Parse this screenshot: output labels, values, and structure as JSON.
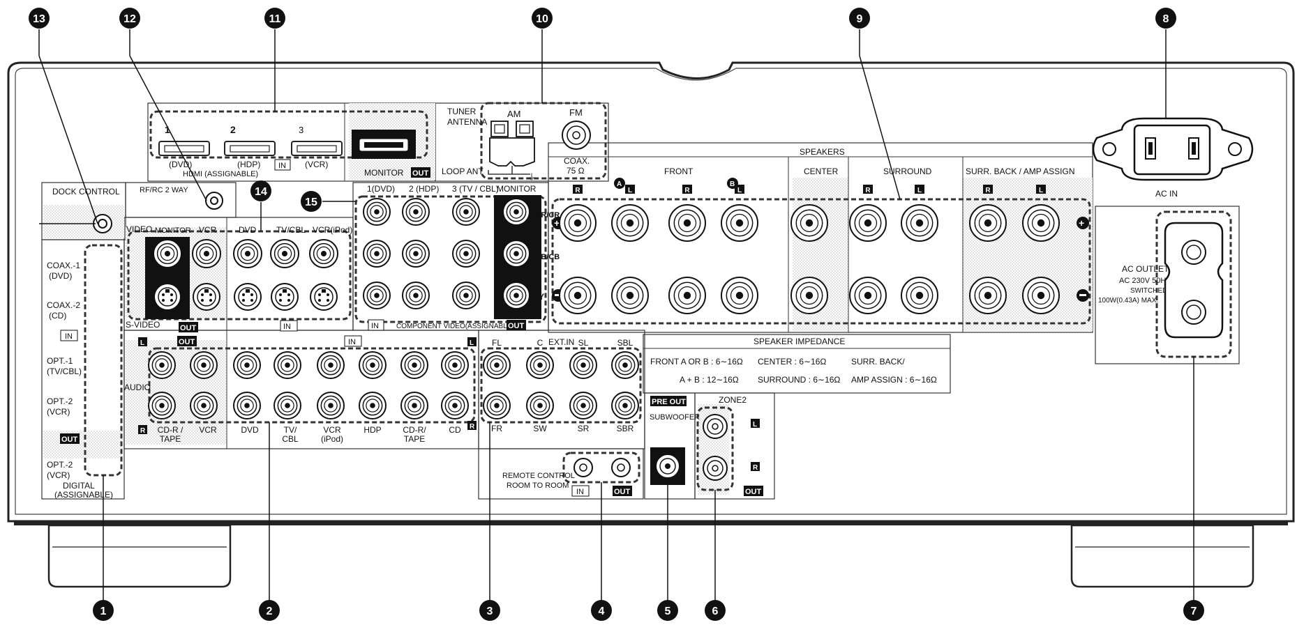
{
  "callouts": [
    "1",
    "2",
    "3",
    "4",
    "5",
    "6",
    "7",
    "8",
    "9",
    "10",
    "11",
    "12",
    "13",
    "14",
    "15"
  ],
  "hdmi": {
    "in_numbers": [
      "1",
      "2",
      "3"
    ],
    "in_sources": [
      "(DVD)",
      "(HDP)",
      "(VCR)"
    ],
    "assignable": "HDMI (ASSIGNABLE)",
    "in_tag": "IN",
    "monitor": "MONITOR",
    "out_tag": "OUT"
  },
  "tuner": {
    "title_line1": "TUNER",
    "title_line2": "ANTENNA",
    "am": "AM",
    "fm": "FM",
    "loop_ant": "LOOP ANT",
    "coax": "COAX.",
    "ohm": "75 Ω"
  },
  "dock": {
    "label": "DOCK CONTROL"
  },
  "rfrc": {
    "label": "RF/RC 2 WAY"
  },
  "digital": {
    "coax1": [
      "COAX.-1",
      "(DVD)"
    ],
    "coax2": [
      "COAX.-2",
      "(CD)"
    ],
    "in_tag": "IN",
    "opt1": [
      "OPT.-1",
      "(TV/CBL)"
    ],
    "opt2": [
      "OPT.-2",
      "(VCR)"
    ],
    "out_tag": "OUT",
    "opt2_out": [
      "OPT.-2",
      "(VCR)"
    ],
    "title": [
      "DIGITAL",
      "(ASSIGNABLE)"
    ]
  },
  "video": {
    "video_label": "VIDEO",
    "sources": [
      "MONITOR",
      "VCR",
      "DVD",
      "TV/CBL",
      "VCR(iPod)"
    ],
    "svideo_label": "S-VIDEO",
    "out_tag": "OUT",
    "in_tag": "IN"
  },
  "component": {
    "sources": [
      "1(DVD)",
      "2 (HDP)",
      "3 (TV / CBL)",
      "MONITOR"
    ],
    "rows": [
      "PR/CR",
      "PB/CB",
      "Y"
    ],
    "in_tag": "IN",
    "label": "COMPONENT VIDEO(ASSIGNABLE)",
    "out_tag": "OUT"
  },
  "audio": {
    "title": "AUDIO",
    "out_tag": "OUT",
    "in_tag": "IN",
    "l": "L",
    "r": "R",
    "sources": [
      [
        "CD-R /",
        "TAPE"
      ],
      [
        "VCR",
        ""
      ],
      [
        "DVD",
        ""
      ],
      [
        "TV/",
        "CBL"
      ],
      [
        "VCR",
        "(iPod)"
      ],
      [
        "HDP",
        ""
      ],
      [
        "CD-R/",
        "TAPE"
      ],
      [
        "CD",
        ""
      ]
    ]
  },
  "extin": {
    "title": "EXT.IN",
    "top": [
      "FL",
      "C",
      "SL",
      "SBL"
    ],
    "bottom": [
      "FR",
      "SW",
      "SR",
      "SBR"
    ]
  },
  "speakers": {
    "title": "SPEAKERS",
    "groups": [
      "FRONT",
      "CENTER",
      "SURROUND",
      "SURR. BACK / AMP ASSIGN"
    ],
    "sub_a": "A",
    "sub_b": "B",
    "lr": [
      "R",
      "L",
      "R",
      "L",
      "R",
      "L",
      "R",
      "L"
    ]
  },
  "impedance": {
    "title": "SPEAKER  IMPEDANCE",
    "line1": [
      "FRONT  A OR B  :  6∼16Ω",
      "CENTER        :  6∼16Ω",
      "SURR. BACK/"
    ],
    "line2": [
      "A  +  B  : 12∼16Ω",
      "SURROUND  :  6∼16Ω",
      "AMP ASSIGN  :  6∼16Ω"
    ]
  },
  "preout": {
    "tag": "PRE OUT",
    "subwoofer": "SUBWOOFER",
    "zone2": "ZONE2",
    "l": "L",
    "r": "R",
    "out": "OUT"
  },
  "remote": {
    "line1": "REMOTE CONTROL",
    "line2": "ROOM TO ROOM",
    "in": "IN",
    "out": "OUT"
  },
  "ac": {
    "ac_in": "AC IN",
    "outlet": [
      "AC OUTLET",
      "AC 230V  50Hz",
      "SWITCHED",
      "100W(0.43A) MAX."
    ]
  }
}
